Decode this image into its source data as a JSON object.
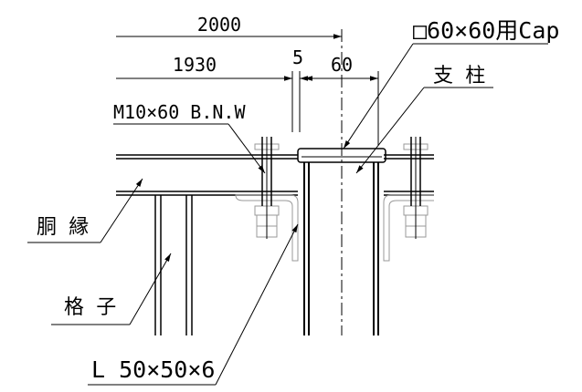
{
  "dimensions": {
    "overall": "2000",
    "inner": "1930",
    "gap": "5",
    "post": "60"
  },
  "labels": {
    "cap": "□60×60用Cap",
    "post": "支 柱",
    "bolt": "M10×60 B.N.W",
    "rail": "胴 縁",
    "lattice": "格 子",
    "angle": "L 50×50×6"
  }
}
